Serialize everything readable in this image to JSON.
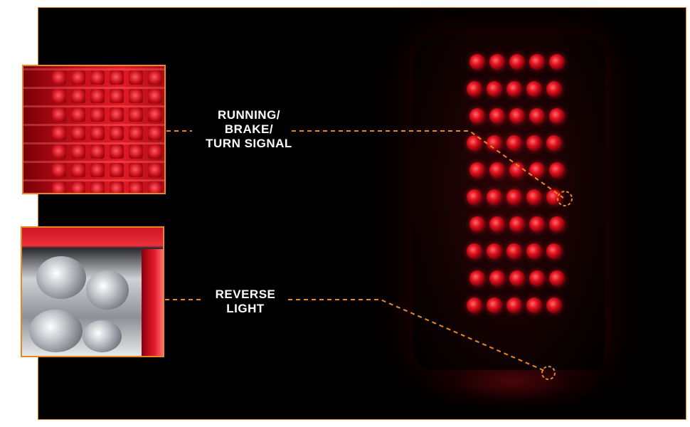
{
  "labels": {
    "running_brake_turn": [
      "RUNNING/",
      "BRAKE/",
      "TURN SIGNAL"
    ],
    "reverse": [
      "REVERSE",
      "LIGHT"
    ]
  },
  "colors": {
    "accent": "#e8862a",
    "led_red": "#e0101c",
    "background": "#000000",
    "label_text": "#ffffff"
  }
}
